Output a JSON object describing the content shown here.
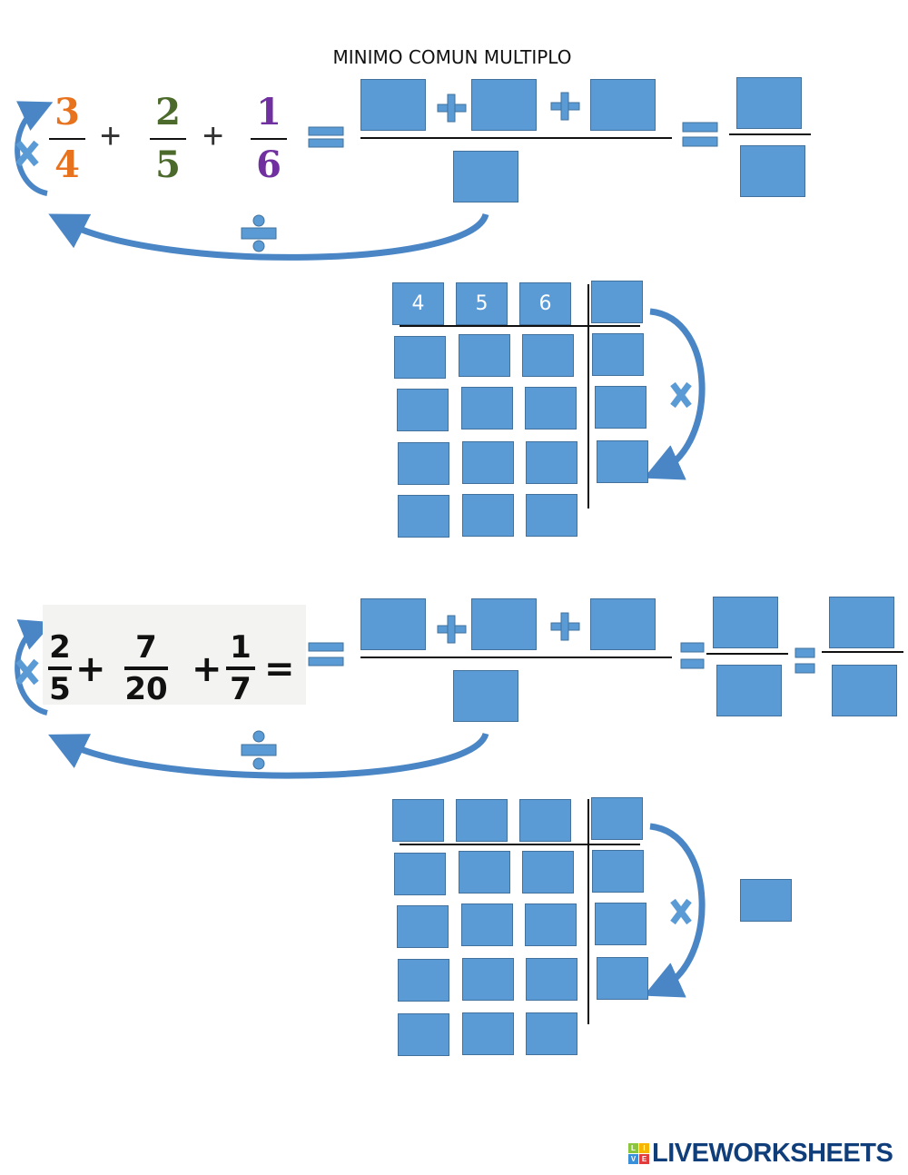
{
  "title": "MINIMO COMUN MULTIPLO",
  "exercise1": {
    "fractions": [
      {
        "num": "3",
        "den": "4",
        "color": "#e8731f"
      },
      {
        "num": "2",
        "den": "5",
        "color": "#4c6a2c"
      },
      {
        "num": "1",
        "den": "6",
        "color": "#7030a0"
      }
    ],
    "plus": "+",
    "grid_header": [
      "4",
      "5",
      "6"
    ]
  },
  "exercise2": {
    "fractions": [
      {
        "num": "2",
        "den": "5"
      },
      {
        "num": "7",
        "den": "20"
      },
      {
        "num": "1",
        "den": "7"
      }
    ],
    "plus": "+",
    "equals": "="
  },
  "logo": {
    "text": "LIVEWORKSHEETS",
    "tiles": [
      "L",
      "I",
      "V",
      "E"
    ]
  },
  "colors": {
    "box": "#5b9bd5",
    "box_border": "#41719c",
    "arrow": "#4a86c5"
  }
}
